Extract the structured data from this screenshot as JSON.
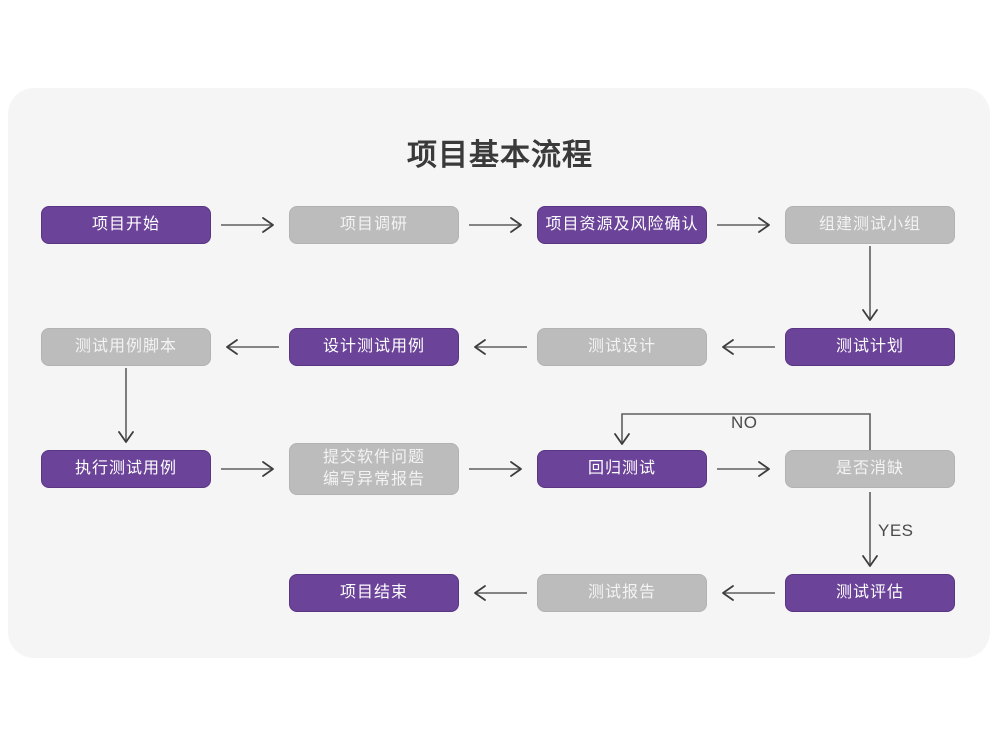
{
  "diagram": {
    "title": "项目基本流程",
    "colors": {
      "purple": "#6b4399",
      "purple_border": "#5a3583",
      "gray": "#bcbcbc",
      "gray_border": "#b2b2b2",
      "card_bg": "#f5f5f5",
      "page_bg": "#ffffff",
      "connector": "#5f5f5f",
      "title_text": "#3a3a3a"
    },
    "nodes": [
      {
        "id": "n1",
        "label": "项目开始",
        "style": "purple",
        "row": 1,
        "col": 1
      },
      {
        "id": "n2",
        "label": "项目调研",
        "style": "gray",
        "row": 1,
        "col": 2
      },
      {
        "id": "n3",
        "label": "项目资源及风险确认",
        "style": "purple",
        "row": 1,
        "col": 3
      },
      {
        "id": "n4",
        "label": "组建测试小组",
        "style": "gray",
        "row": 1,
        "col": 4
      },
      {
        "id": "n5",
        "label": "测试用例脚本",
        "style": "gray",
        "row": 2,
        "col": 1
      },
      {
        "id": "n6",
        "label": "设计测试用例",
        "style": "purple",
        "row": 2,
        "col": 2
      },
      {
        "id": "n7",
        "label": "测试设计",
        "style": "gray",
        "row": 2,
        "col": 3
      },
      {
        "id": "n8",
        "label": "测试计划",
        "style": "purple",
        "row": 2,
        "col": 4
      },
      {
        "id": "n9",
        "label": "执行测试用例",
        "style": "purple",
        "row": 3,
        "col": 1
      },
      {
        "id": "n10",
        "label": "提交软件问题\n编写异常报告",
        "style": "gray",
        "row": 3,
        "col": 2
      },
      {
        "id": "n11",
        "label": "回归测试",
        "style": "purple",
        "row": 3,
        "col": 3
      },
      {
        "id": "n12",
        "label": "是否消缺",
        "style": "gray",
        "row": 3,
        "col": 4
      },
      {
        "id": "n13",
        "label": "项目结束",
        "style": "purple",
        "row": 4,
        "col": 2
      },
      {
        "id": "n14",
        "label": "测试报告",
        "style": "gray",
        "row": 4,
        "col": 3
      },
      {
        "id": "n15",
        "label": "测试评估",
        "style": "purple",
        "row": 4,
        "col": 4
      }
    ],
    "edges": [
      {
        "id": "e1",
        "from": "n1",
        "to": "n2",
        "direction": "right",
        "label": ""
      },
      {
        "id": "e2",
        "from": "n2",
        "to": "n3",
        "direction": "right",
        "label": ""
      },
      {
        "id": "e3",
        "from": "n3",
        "to": "n4",
        "direction": "right",
        "label": ""
      },
      {
        "id": "e4",
        "from": "n4",
        "to": "n8",
        "direction": "down",
        "label": ""
      },
      {
        "id": "e5",
        "from": "n8",
        "to": "n7",
        "direction": "left",
        "label": ""
      },
      {
        "id": "e6",
        "from": "n7",
        "to": "n6",
        "direction": "left",
        "label": ""
      },
      {
        "id": "e7",
        "from": "n6",
        "to": "n5",
        "direction": "left",
        "label": ""
      },
      {
        "id": "e8",
        "from": "n5",
        "to": "n9",
        "direction": "down",
        "label": ""
      },
      {
        "id": "e9",
        "from": "n9",
        "to": "n10",
        "direction": "right",
        "label": ""
      },
      {
        "id": "e10",
        "from": "n10",
        "to": "n11",
        "direction": "right",
        "label": ""
      },
      {
        "id": "e11",
        "from": "n11",
        "to": "n12",
        "direction": "right",
        "label": ""
      },
      {
        "id": "e12",
        "from": "n12",
        "to": "n11",
        "direction": "loop-up-left",
        "label": "NO"
      },
      {
        "id": "e13",
        "from": "n12",
        "to": "n15",
        "direction": "down",
        "label": "YES"
      },
      {
        "id": "e14",
        "from": "n15",
        "to": "n14",
        "direction": "left",
        "label": ""
      },
      {
        "id": "e15",
        "from": "n14",
        "to": "n13",
        "direction": "left",
        "label": ""
      }
    ],
    "edge_labels": {
      "no": "NO",
      "yes": "YES"
    }
  }
}
